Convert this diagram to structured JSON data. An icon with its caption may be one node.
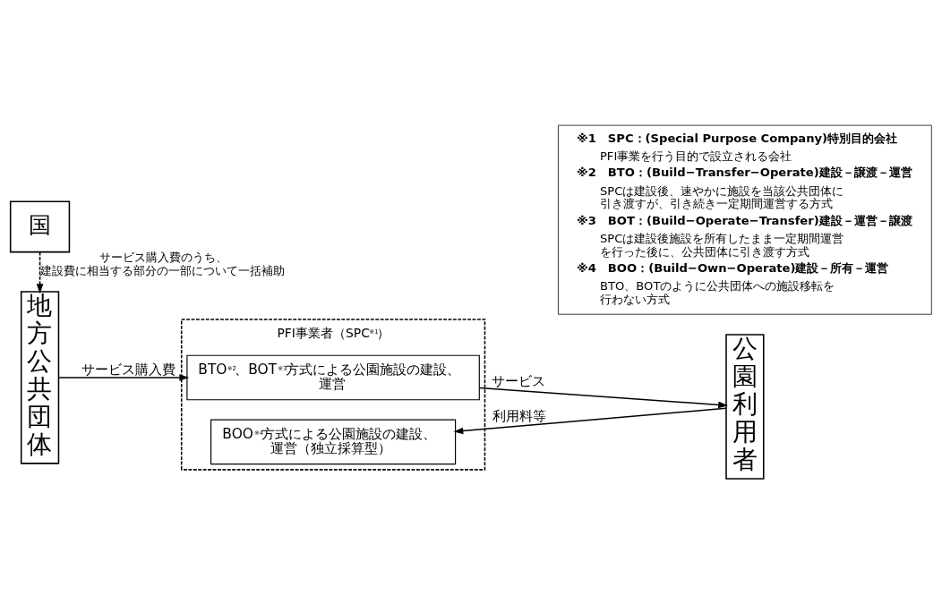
{
  "diagram": {
    "nodes": [
      {
        "text": [
          "地方公共団体"
        ]
      },
      {
        "text": [
          "PFI事業者（SPC$^{※1}$）"
        ]
      },
      {
        "text": [
          "BTO$^{※2}$、BOT$^{※3}$方式による公園施設の建設、運営"
        ],
        "in": 1
      },
      {
        "text": [
          "BOO$^{※4}$方式による公園施設の建設、運営（独立採算型）"
        ],
        "in": 1
      },
      {
        "text": [
          "公園利用者"
        ]
      },
      {
        "text": [
          "国"
        ]
      },
      {
        "text": [
          "※1　SPC：(Special Purpose Company)特別目的会社",
          "PFI事業を行う目的で設立される会社",
          "※2　BTO：(Build−Transfer−Operate)建設－譲渡－運営",
          "SPCは建設後、速やかに施設を当該公共団体に引き渡すが、引き続き一定期間運営する方式",
          "※3　BOT：(Build−Operate−Transfer)建設－運営－譲渡",
          "SPCは建設後施設を所有したまま一定期間運営を行った後に、公共団体に引き渡す方式",
          "※4　BOO：(Build−Own−Operate)建設－所有－運営",
          "BTO、BOTのように公共団体への施設移転を行わない方式"
        ]
      }
    ],
    "edges": [
      {
        "from": 0,
        "to": 2,
        "arrow": "to",
        "label": "サービス購入費"
      },
      {
        "from": 2,
        "to": 4,
        "arrow": "to",
        "label": "サービス"
      },
      {
        "from": 4,
        "to": 3,
        "arrow": "to",
        "label": "利用料等"
      },
      {
        "from": 5,
        "to": 0,
        "arrow": "to",
        "style": "dashed",
        "label": "サービス購入費のうち、建設費に相当する部分の一部について一括補助"
      }
    ]
  }
}
